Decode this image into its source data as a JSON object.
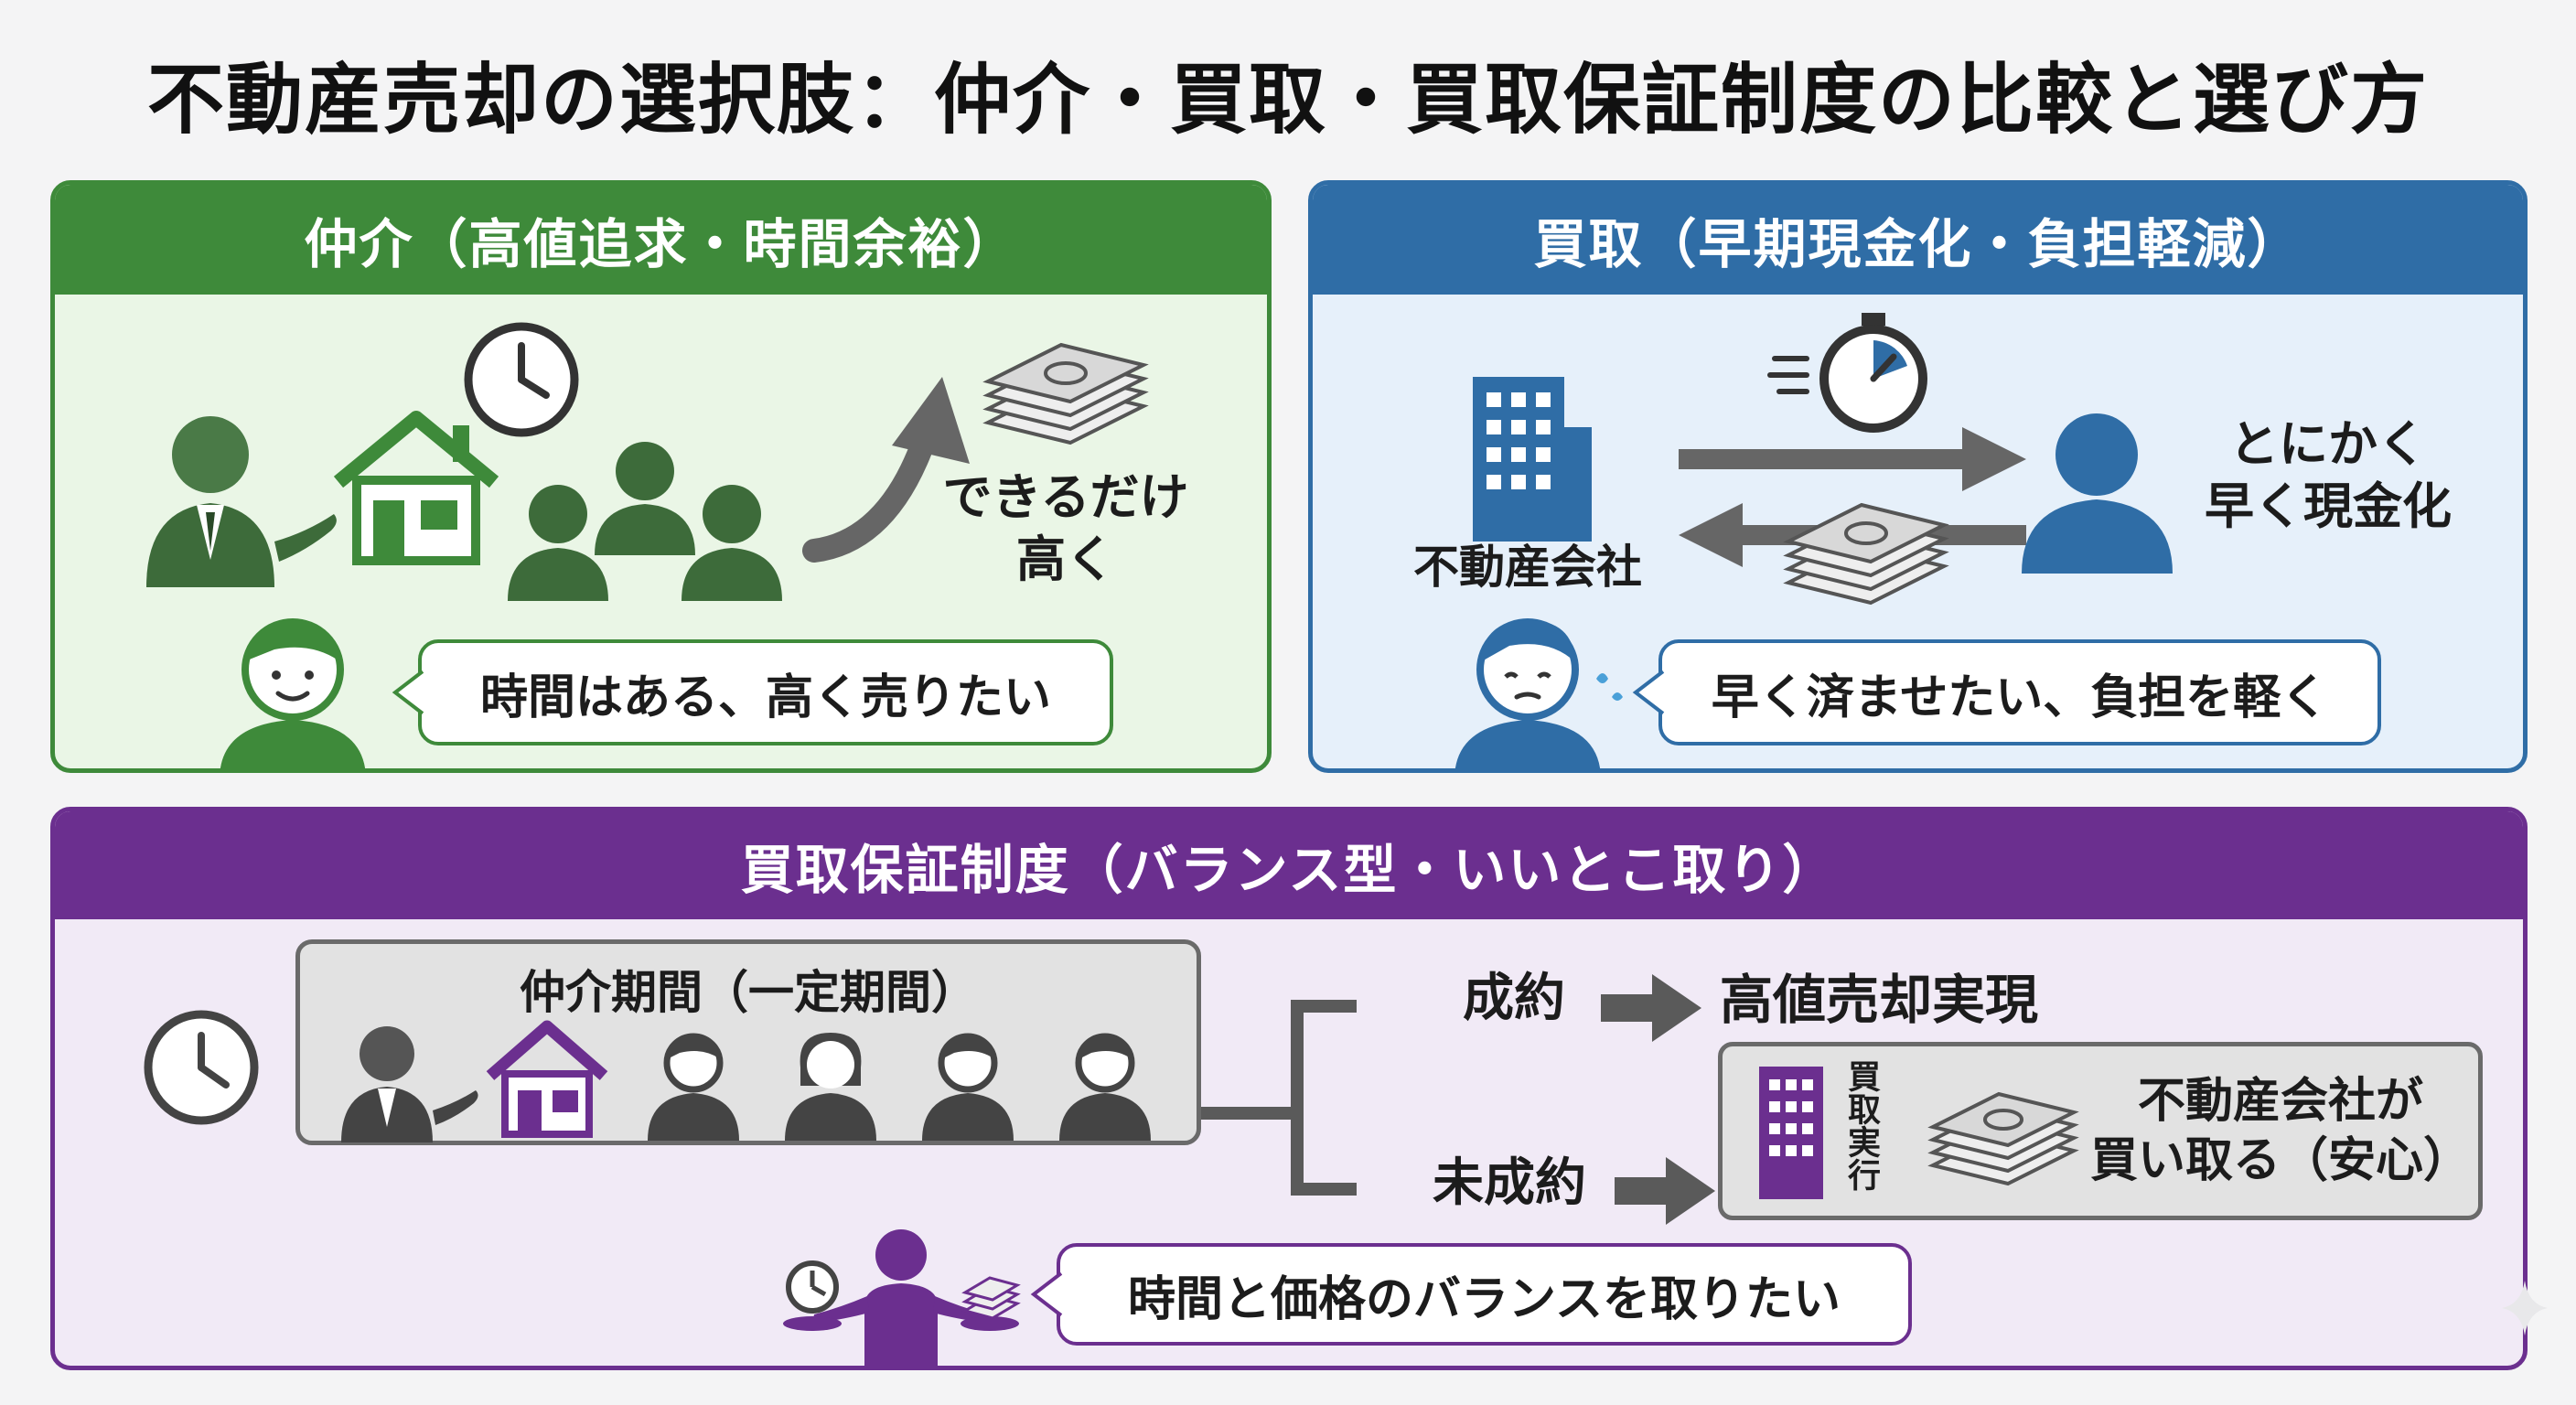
{
  "title": "不動産売却の選択肢：仲介・買取・買取保証制度の比較と選び方",
  "colors": {
    "green": "#3e8a3a",
    "blue": "#2f6da6",
    "purple": "#6b2f8f",
    "gray": "#555555"
  },
  "chukai": {
    "header": "仲介（高値追求・時間余裕）",
    "goal_label_line1": "できるだけ",
    "goal_label_line2": "高く",
    "bubble": "時間はある、高く売りたい",
    "icons": [
      "agent-icon",
      "house-icon",
      "buyers-icon",
      "clock-icon",
      "up-arrow-icon",
      "money-icon",
      "seller-icon"
    ]
  },
  "kaitori": {
    "header": "買取（早期現金化・負担軽減）",
    "company_label": "不動産会社",
    "goal_label_line1": "とにかく",
    "goal_label_line2": "早く現金化",
    "bubble": "早く済ませたい、負担を軽く",
    "icons": [
      "building-icon",
      "stopwatch-icon",
      "arrow-right-icon",
      "arrow-left-icon",
      "money-icon",
      "person-icon",
      "seller-icon"
    ]
  },
  "hosho": {
    "header": "買取保証制度（バランス型・いいとこ取り）",
    "period_label": "仲介期間（一定期間）",
    "success_label": "成約",
    "success_result": "高値売却実現",
    "fail_label": "未成約",
    "buy_exec_label": "買取実行",
    "fail_result_line1": "不動産会社が",
    "fail_result_line2": "買い取る（安心）",
    "bubble": "時間と価格のバランスを取りたい",
    "icons": [
      "clock-icon",
      "agent-icon",
      "house-icon",
      "buyer-icon",
      "building-icon",
      "money-icon",
      "balance-person-icon"
    ]
  }
}
